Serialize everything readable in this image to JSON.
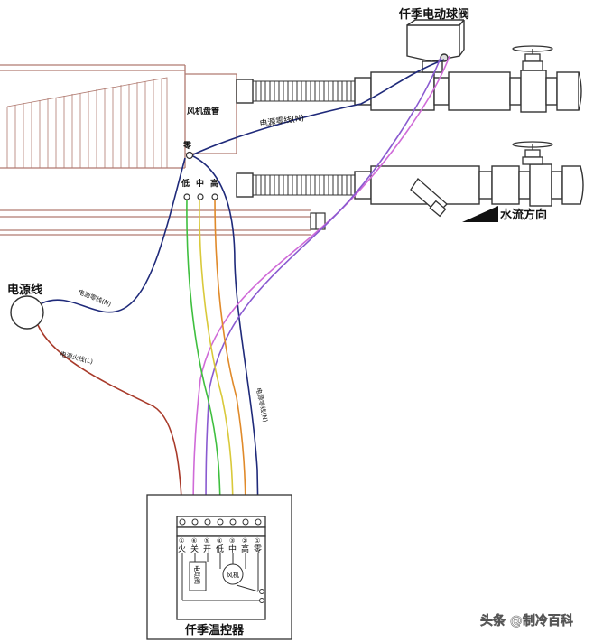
{
  "labels": {
    "valve_title": "仟季电动球阀",
    "fan_coil": "风机盘管",
    "power_neutral_top": "电源零线(N)",
    "neutral_node": "零",
    "speed_low": "低",
    "speed_mid": "中",
    "speed_high": "高",
    "water_flow": "水流方向",
    "power_line": "电源线",
    "power_neutral_left": "电源零线(N)",
    "power_live": "电源火线(L)",
    "power_neutral_right": "电源零线(N)",
    "controller_title": "仟季温控器",
    "terminal_live": "火",
    "terminal_close": "关",
    "terminal_open": "开",
    "terminal_low": "低",
    "terminal_mid": "中",
    "terminal_high": "高",
    "terminal_neutral": "零",
    "valve_box_label": "电动阀",
    "fan_label": "风机",
    "watermark": "头条 @制冷百科"
  },
  "terminal_numbers": [
    "①",
    "⑥",
    "⑤",
    "④",
    "③",
    "②",
    "①"
  ],
  "wire_colors": {
    "neutral": "#1f2a7a",
    "live": "#a83a2a",
    "valve_pink": "#d06bd8",
    "valve_purple": "#8a5ad0",
    "low_green": "#3fbf3f",
    "mid_yellow": "#d9c93a",
    "high_orange": "#e08a2a"
  }
}
